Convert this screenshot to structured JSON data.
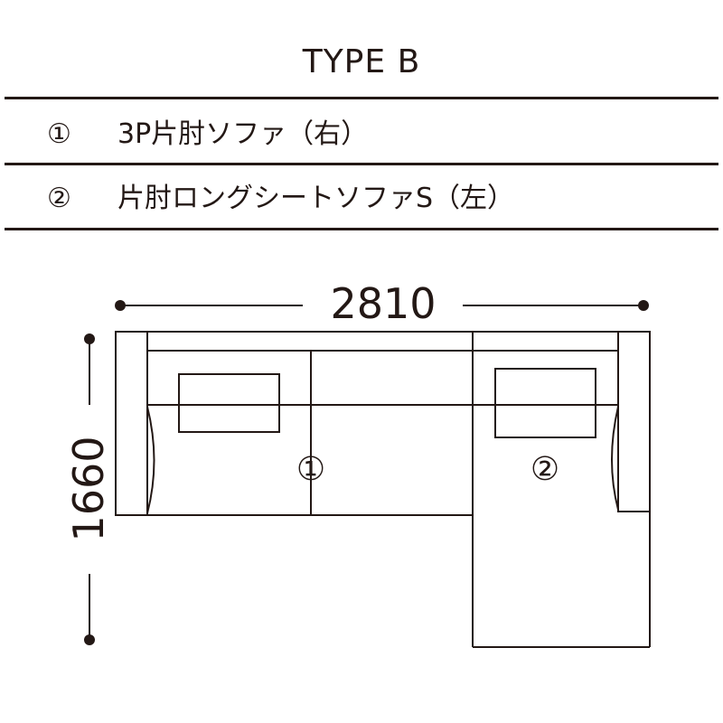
{
  "title": "TYPE B",
  "items": [
    {
      "number": "①",
      "name": "3P片肘ソファ（右）"
    },
    {
      "number": "②",
      "name": "片肘ロングシートソファS（左）"
    }
  ],
  "dimensions": {
    "width": "2810",
    "depth": "1660"
  },
  "markers": {
    "one": "①",
    "two": "②"
  },
  "colors": {
    "line": "#231815",
    "background": "#ffffff"
  }
}
